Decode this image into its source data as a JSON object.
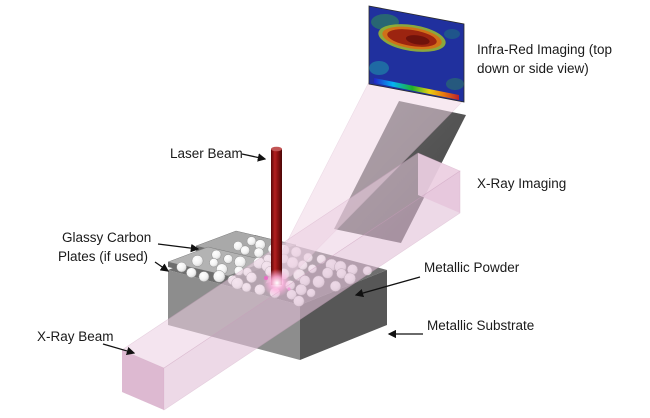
{
  "labels": {
    "laser_beam": "Laser Beam",
    "ir_imaging_line1": "Infra-Red Imaging (top",
    "ir_imaging_line2": "down or side view)",
    "xray_imaging": "X-Ray Imaging",
    "glassy_line1": "Glassy Carbon",
    "glassy_line2": "Plates (if used)",
    "metallic_powder": "Metallic Powder",
    "metallic_substrate": "Metallic Substrate",
    "xray_beam": "X-Ray Beam"
  },
  "colors": {
    "laser_red": "#8f1212",
    "xray_beam_pink": "#eccfe2",
    "ir_cone_pink": "#f0d6e6",
    "substrate_left": "#8d8d8d",
    "substrate_right": "#575757",
    "substrate_top": "#6f6f6f",
    "panel_gray": "#565656",
    "plate_gray": "#aaaaaa",
    "powder_white": "#ffffff",
    "thermal_blue": "#20309e",
    "thermal_blob_red": "#9c2410"
  }
}
